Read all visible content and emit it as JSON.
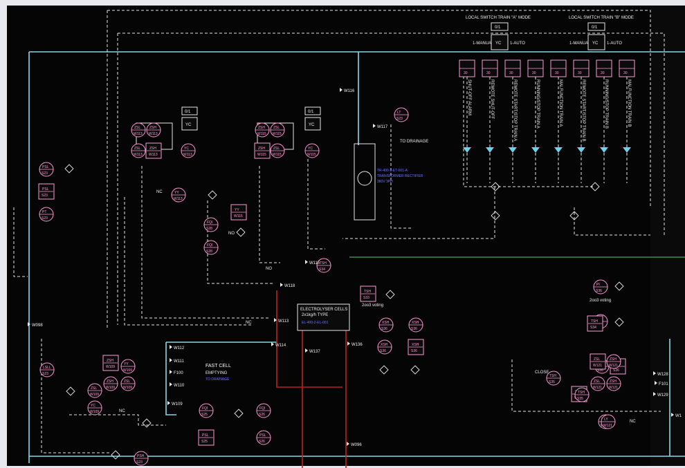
{
  "header": {
    "local_switch_a": "LOCAL SWITCH TRAIN \"A\" MODE",
    "local_switch_b": "LOCAL SWITCH TRAIN \"B\" MODE",
    "switch_state": "0/1",
    "manual": "1-MANUAL",
    "auto": "1-AUTO",
    "yc": "YC"
  },
  "bank": [
    {
      "tag": "30",
      "label": "SHUT-OFF ALARM"
    },
    {
      "tag": "30",
      "label": "REMOTE SHUT-OFF"
    },
    {
      "tag": "30",
      "label": "REMOTE START/STOP TRAIN A"
    },
    {
      "tag": "30",
      "label": "RUNNING/STOP TRAIN A"
    },
    {
      "tag": "30",
      "label": "MALFUNCTION TRAIN A"
    },
    {
      "tag": "30",
      "label": "REMOTE START/STOP TRAIN B"
    },
    {
      "tag": "30",
      "label": "RUNNING/STOP TRAIN B"
    },
    {
      "tag": "30",
      "label": "MALFUNCTION TRAIN B"
    }
  ],
  "transformer": {
    "tag": "TR-400-2-ET-001-A",
    "name": "TRANSFORMER RECTIFIER",
    "rating": "380V 3PH"
  },
  "electrolyser": {
    "title": "ELECTROLYSER CELLS",
    "type": "2x1kg/h TYPE",
    "tag": "EL-400-2-EL-001"
  },
  "labels": {
    "to_drainage_upper": "TO DRAINAGE",
    "fast_cell": "FAST CELL",
    "emptying": "EMPTYING",
    "to_drainage": "TO DRAINAGE",
    "voting": "2oo3 voting",
    "close": "CLOSE",
    "nc": "NC",
    "no": "NO"
  },
  "instruments": [
    {
      "tag": "ZSL",
      "num": "W113"
    },
    {
      "tag": "ZSH",
      "num": "W113"
    },
    {
      "tag": "ZSL",
      "num": "W113"
    },
    {
      "tag": "ZSH",
      "num": "W113"
    },
    {
      "tag": "YC",
      "num": "W113"
    },
    {
      "tag": "ZSH",
      "num": "W115"
    },
    {
      "tag": "ZSL",
      "num": "W115"
    },
    {
      "tag": "ZSH",
      "num": "W115"
    },
    {
      "tag": "ZSL",
      "num": "W115"
    },
    {
      "tag": "YC",
      "num": "W115"
    },
    {
      "tag": "YY",
      "num": "W113"
    },
    {
      "tag": "YY",
      "num": "W115"
    },
    {
      "tag": "FQI",
      "num": "S28"
    },
    {
      "tag": "FQI",
      "num": "S28"
    },
    {
      "tag": "PSL",
      "num": "S23"
    },
    {
      "tag": "PSL",
      "num": "S23"
    },
    {
      "tag": "PT",
      "num": "S23"
    },
    {
      "tag": "LSLL",
      "num": "S23"
    },
    {
      "tag": "LT",
      "num": "S23"
    },
    {
      "tag": "TSH",
      "num": "S33"
    },
    {
      "tag": "XSH",
      "num": "S36"
    },
    {
      "tag": "XSH",
      "num": "S36"
    },
    {
      "tag": "XSH",
      "num": "S36"
    },
    {
      "tag": "XSH",
      "num": "S36"
    },
    {
      "tag": "PI",
      "num": "S36"
    },
    {
      "tag": "PI",
      "num": "S36"
    },
    {
      "tag": "XSH",
      "num": "S36"
    },
    {
      "tag": "XSH",
      "num": "S36"
    },
    {
      "tag": "ZSL",
      "num": "W109"
    },
    {
      "tag": "ZSH",
      "num": "W109"
    },
    {
      "tag": "ZSL",
      "num": "W109"
    },
    {
      "tag": "ZSH",
      "num": "W109"
    },
    {
      "tag": "YC",
      "num": "W109"
    },
    {
      "tag": "YY",
      "num": "W109"
    },
    {
      "tag": "FQI",
      "num": "S25"
    },
    {
      "tag": "PSL",
      "num": "S25"
    },
    {
      "tag": "FQI",
      "num": "S26"
    },
    {
      "tag": "PSL",
      "num": "S26"
    },
    {
      "tag": "PSH",
      "num": "S23"
    },
    {
      "tag": "ZSL",
      "num": "W121"
    },
    {
      "tag": "ZSH",
      "num": "W121"
    },
    {
      "tag": "ZSL",
      "num": "W121"
    },
    {
      "tag": "ZSH",
      "num": "W121"
    },
    {
      "tag": "YC",
      "num": "W121"
    },
    {
      "tag": "YY",
      "num": "W121"
    },
    {
      "tag": "LY",
      "num": "W121"
    },
    {
      "tag": "TSH",
      "num": "S34"
    },
    {
      "tag": "TSH",
      "num": "S34"
    },
    {
      "tag": "TSH",
      "num": "S35"
    },
    {
      "tag": "TSH",
      "num": "S35"
    }
  ],
  "tags": [
    "W116",
    "W117",
    "W118",
    "W115",
    "W113",
    "W114",
    "W137",
    "W136",
    "W112",
    "W111",
    "F100",
    "W110",
    "W109",
    "W098",
    "W096",
    "W128",
    "F101",
    "W129",
    "W1"
  ]
}
